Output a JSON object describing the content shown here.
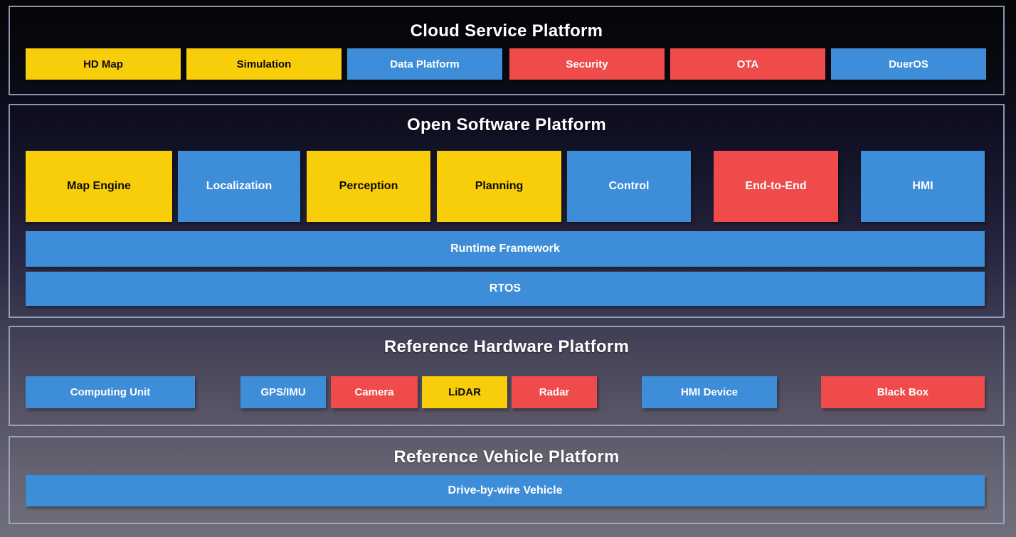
{
  "diagram_title_note": "Apollo-style autonomous driving platform stack",
  "colors": {
    "yellow": "#F8CE0A",
    "blue": "#3E8DD8",
    "red": "#F04B4B",
    "section_border": "#9EB1CF",
    "title_text": "#FFFFFF"
  },
  "sections": {
    "cloud": {
      "title": "Cloud Service Platform",
      "boxes": [
        {
          "label": "HD Map",
          "color": "yellow"
        },
        {
          "label": "Simulation",
          "color": "yellow"
        },
        {
          "label": "Data Platform",
          "color": "blue"
        },
        {
          "label": "Security",
          "color": "red"
        },
        {
          "label": "OTA",
          "color": "red"
        },
        {
          "label": "DuerOS",
          "color": "blue"
        }
      ]
    },
    "software": {
      "title": "Open Software Platform",
      "modules": [
        {
          "label": "Map Engine",
          "color": "yellow"
        },
        {
          "label": "Localization",
          "color": "blue"
        },
        {
          "label": "Perception",
          "color": "yellow"
        },
        {
          "label": "Planning",
          "color": "yellow"
        },
        {
          "label": "Control",
          "color": "blue"
        },
        {
          "label": "End-to-End",
          "color": "red"
        },
        {
          "label": "HMI",
          "color": "blue"
        }
      ],
      "bars": [
        {
          "label": "Runtime Framework",
          "color": "blue"
        },
        {
          "label": "RTOS",
          "color": "blue"
        }
      ]
    },
    "hardware": {
      "title": "Reference Hardware Platform",
      "boxes": [
        {
          "label": "Computing Unit",
          "color": "blue"
        },
        {
          "label": "GPS/IMU",
          "color": "blue"
        },
        {
          "label": "Camera",
          "color": "red"
        },
        {
          "label": "LiDAR",
          "color": "yellow"
        },
        {
          "label": "Radar",
          "color": "red"
        },
        {
          "label": "HMI Device",
          "color": "blue"
        },
        {
          "label": "Black Box",
          "color": "red"
        }
      ]
    },
    "vehicle": {
      "title": "Reference Vehicle Platform",
      "bar": {
        "label": "Drive-by-wire Vehicle",
        "color": "blue"
      }
    }
  }
}
